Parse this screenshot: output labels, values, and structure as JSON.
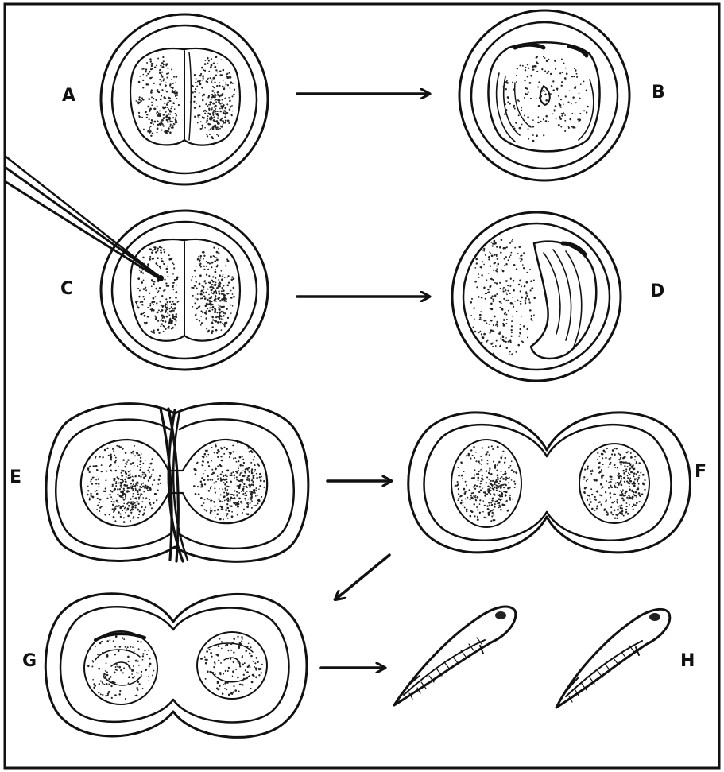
{
  "figure": {
    "panels": [
      {
        "id": "A",
        "label": "A"
      },
      {
        "id": "B",
        "label": "B"
      },
      {
        "id": "C",
        "label": "C"
      },
      {
        "id": "D",
        "label": "D"
      },
      {
        "id": "E",
        "label": "E"
      },
      {
        "id": "F",
        "label": "F"
      },
      {
        "id": "G",
        "label": "G"
      },
      {
        "id": "H",
        "label": "H"
      }
    ],
    "colors": {
      "ink": "#111111",
      "paper": "#ffffff"
    }
  }
}
